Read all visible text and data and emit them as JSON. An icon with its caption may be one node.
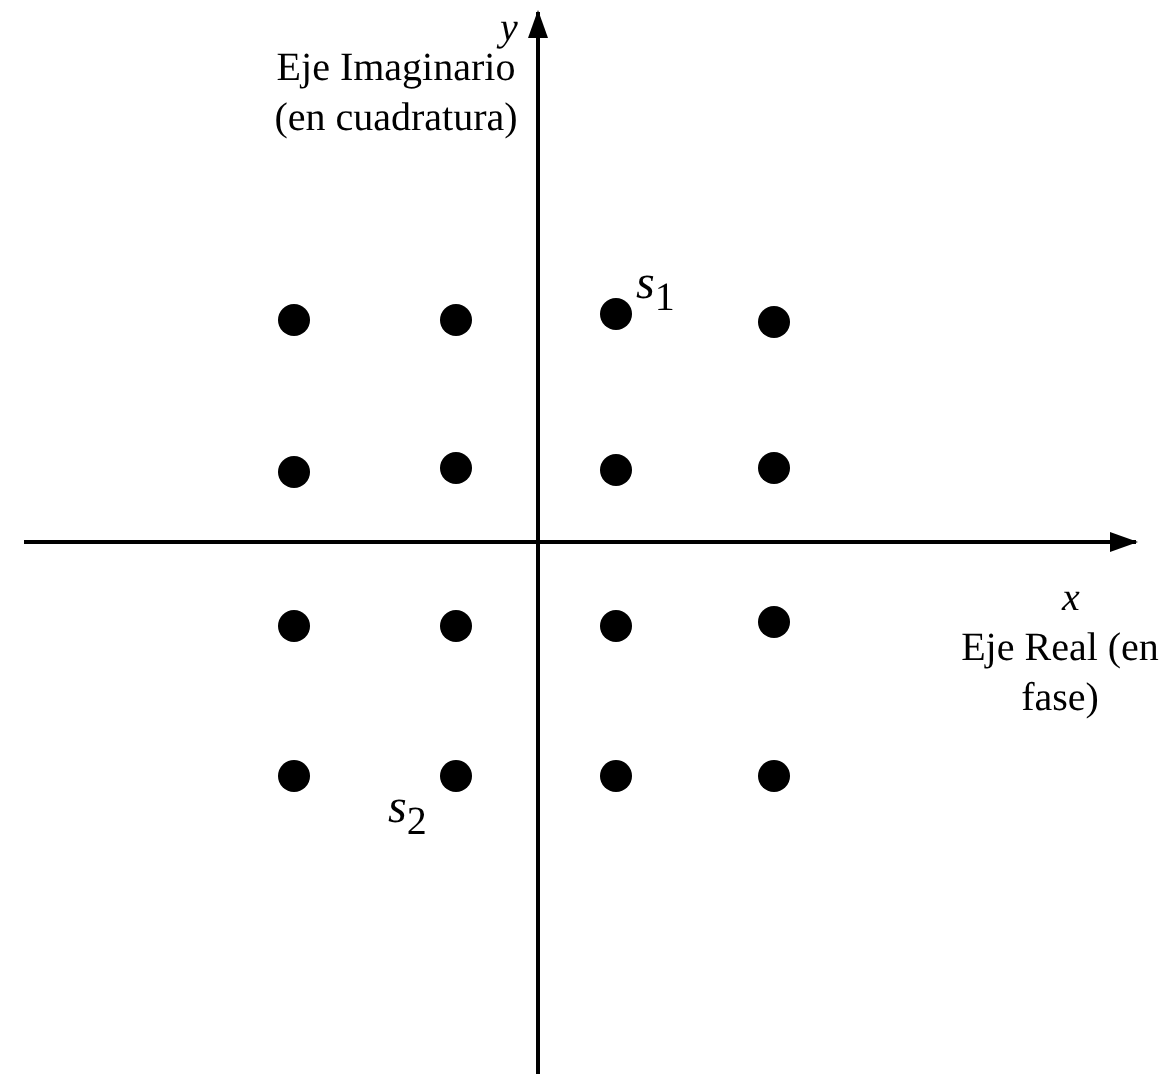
{
  "diagram": {
    "labels": [
      "y",
      "Eje Imaginario (en cuadratura)",
      "*s*$_{1}$",
      "x",
      "Eje Real (en fase)",
      "*s*$_{2}$"
    ]
  }
}
